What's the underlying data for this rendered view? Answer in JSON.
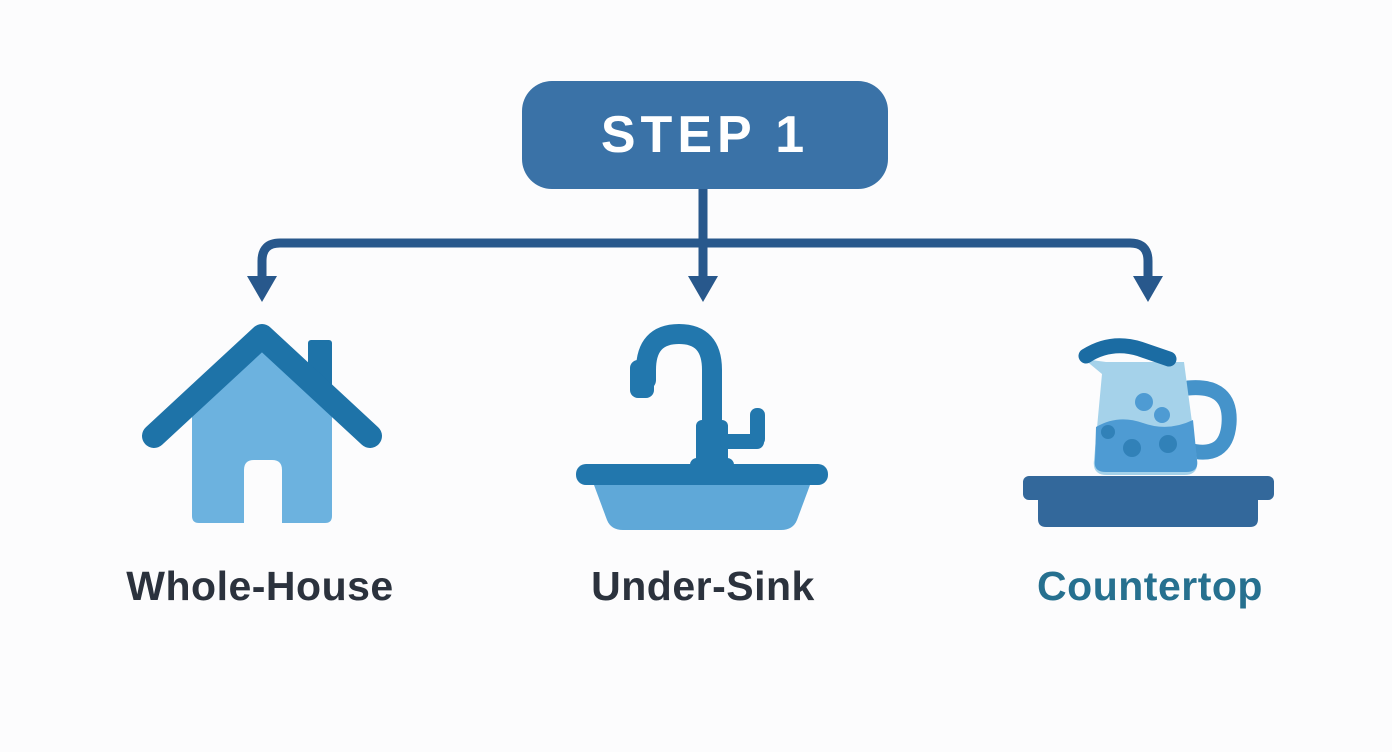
{
  "diagram": {
    "step_badge": "STEP 1",
    "options": [
      {
        "label": "Whole-House",
        "icon": "house-icon"
      },
      {
        "label": "Under-Sink",
        "icon": "sink-faucet-icon"
      },
      {
        "label": "Countertop",
        "icon": "pitcher-on-counter-icon"
      }
    ]
  },
  "colors": {
    "background": "#fcfcfd",
    "step_badge_bg": "#3a72a7",
    "step_badge_text": "#ffffff",
    "connector": "#28588c",
    "icon_dark_blue": "#1e73a8",
    "icon_light_blue": "#6cb2df",
    "icon_medium_blue": "#2277ad",
    "basin_light": "#5fa8d8",
    "pitcher_body": "#a5d2ea",
    "pitcher_water": "#4e9bd3",
    "pitcher_bubble": "#3181b8",
    "pitcher_lid": "#1b6ca3",
    "pitcher_handle": "#4593ca",
    "counter": "#33689b",
    "door_white": "#fcfcfd",
    "label_dark": "#2b323d",
    "label_teal": "#26708f"
  }
}
